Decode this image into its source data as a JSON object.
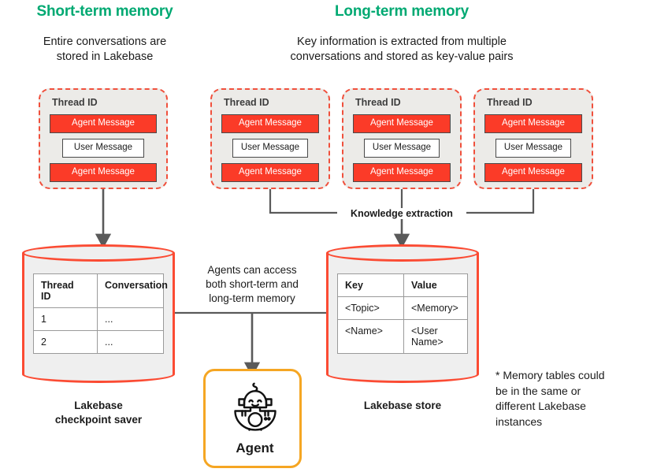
{
  "columns": {
    "short_term": {
      "title": "Short-term memory",
      "subtitle_line1": "Entire conversations are",
      "subtitle_line2": "stored in Lakebase"
    },
    "long_term": {
      "title": "Long-term memory",
      "subtitle_line1": "Key information is extracted from multiple",
      "subtitle_line2": "conversations and stored as key-value pairs"
    }
  },
  "thread_cards": [
    {
      "label": "Thread ID",
      "messages": [
        {
          "text": "Agent Message",
          "role": "agent"
        },
        {
          "text": "User Message",
          "role": "user"
        },
        {
          "text": "Agent Message",
          "role": "agent"
        }
      ]
    },
    {
      "label": "Thread ID",
      "messages": [
        {
          "text": "Agent Message",
          "role": "agent"
        },
        {
          "text": "User Message",
          "role": "user"
        },
        {
          "text": "Agent Message",
          "role": "agent"
        }
      ]
    },
    {
      "label": "Thread ID",
      "messages": [
        {
          "text": "Agent Message",
          "role": "agent"
        },
        {
          "text": "User Message",
          "role": "user"
        },
        {
          "text": "Agent Message",
          "role": "agent"
        }
      ]
    },
    {
      "label": "Thread ID",
      "messages": [
        {
          "text": "Agent Message",
          "role": "agent"
        },
        {
          "text": "User Message",
          "role": "user"
        },
        {
          "text": "Agent Message",
          "role": "agent"
        }
      ]
    }
  ],
  "knowledge_extraction_label": "Knowledge extraction",
  "checkpoint_store": {
    "caption_line1": "Lakebase",
    "caption_line2": "checkpoint saver",
    "table": {
      "headers": [
        "Thread ID",
        "Conversation"
      ],
      "header_col1_line1": "Thread",
      "header_col1_line2": "ID",
      "rows": [
        [
          "1",
          "..."
        ],
        [
          "2",
          "..."
        ]
      ]
    }
  },
  "lakebase_store": {
    "caption": "Lakebase store",
    "table": {
      "headers": [
        "Key",
        "Value"
      ],
      "rows": [
        [
          "<Topic>",
          "<Memory>"
        ],
        [
          "<Name>",
          "<User Name>"
        ]
      ]
    }
  },
  "agent": {
    "label": "Agent",
    "icon": "robot-icon",
    "access_text_line1": "Agents can access",
    "access_text_line2": "both short-term and",
    "access_text_line3": "long-term memory"
  },
  "footnote": {
    "line1": "* Memory tables could",
    "line2": "be in the same or",
    "line3": "different Lakebase",
    "line4": "instances"
  },
  "colors": {
    "brand_green": "#00A972",
    "agent_red": "#FB3B28",
    "cylinder_red": "#FB4B33",
    "agent_box_orange": "#F5A623",
    "card_bg": "#ECEBE8",
    "arrow_gray": "#5a5a5a"
  }
}
